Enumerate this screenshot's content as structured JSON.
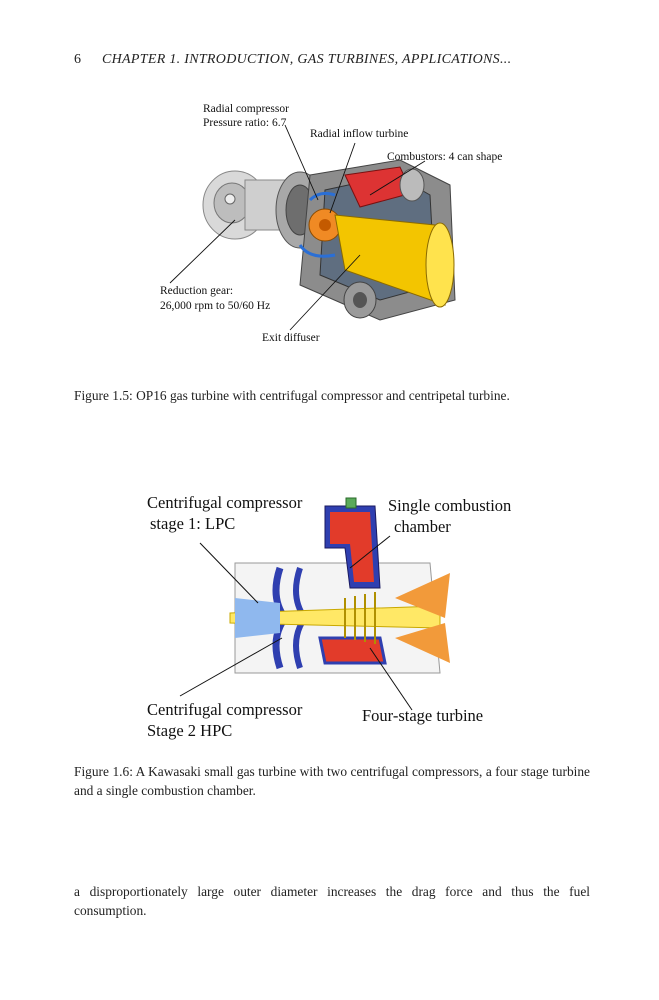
{
  "header": {
    "page_number": "6",
    "running_title": "CHAPTER 1.  INTRODUCTION, GAS TURBINES, APPLICATIONS..."
  },
  "figure1": {
    "labels": {
      "radial_compressor": "Radial compressor",
      "pressure_ratio": "Pressure ratio: 6.7",
      "radial_inflow_turbine": "Radial inflow turbine",
      "combustors": "Combustors: 4 can shape",
      "reduction_gear": "Reduction gear:",
      "rpm": "26,000 rpm to 50/60 Hz",
      "exit_diffuser": "Exit diffuser"
    },
    "caption": "Figure 1.5: OP16 gas turbine with centrifugal compressor and centripetal turbine."
  },
  "figure2": {
    "labels": {
      "lpc_line1": "Centrifugal compressor",
      "lpc_line2": "stage 1: LPC",
      "combustion_line1": "Single combustion",
      "combustion_line2": "chamber",
      "hpc_line1": "Centrifugal compressor",
      "hpc_line2": "Stage 2 HPC",
      "turbine": "Four-stage turbine"
    },
    "caption": "Figure 1.6: A Kawasaki small gas turbine with two centrifugal compressors, a four stage turbine and a single combustion chamber."
  },
  "body_text": "a disproportionately large outer diameter increases the drag force and thus the fuel consumption."
}
